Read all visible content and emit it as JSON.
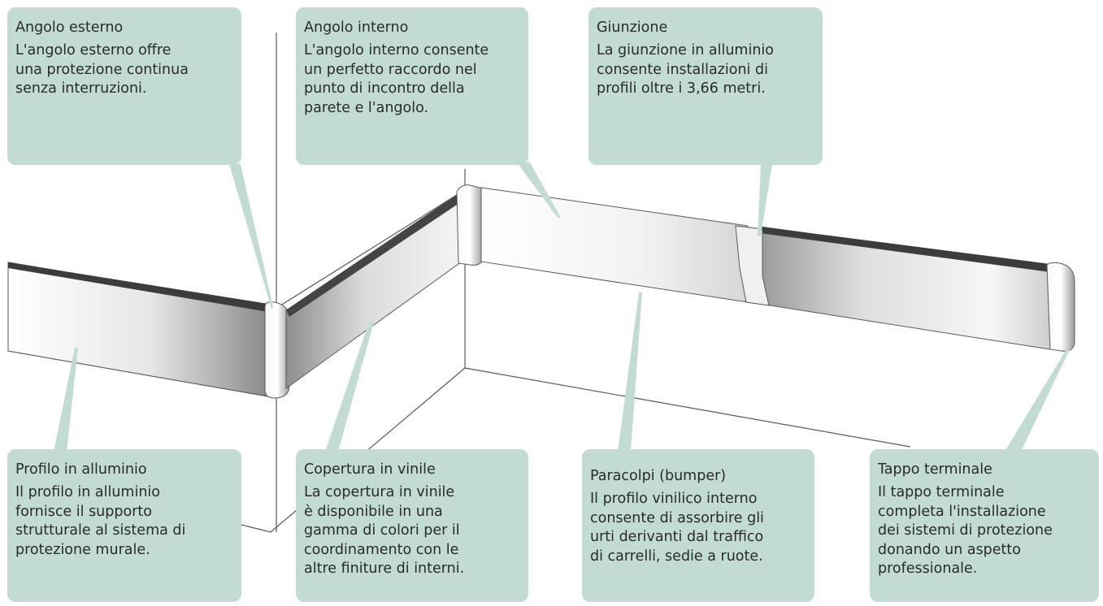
{
  "colors": {
    "callout_bg": "#c2dcd2",
    "text": "#2a2a2a",
    "line": "#5a5a5a"
  },
  "callouts": {
    "angolo_esterno": {
      "title": "Angolo esterno",
      "text": "L'angolo esterno offre\nuna protezione continua\nsenza interruzioni."
    },
    "angolo_interno": {
      "title": "Angolo interno",
      "text": "L'angolo interno consente\nun perfetto raccordo nel\npunto di incontro della\nparete e l'angolo."
    },
    "giunzione": {
      "title": "Giunzione",
      "text": "La giunzione in alluminio\nconsente installazioni di\nprofili oltre i 3,66 metri."
    },
    "profilo_alluminio": {
      "title": "Profilo in alluminio",
      "text": "Il profilo in alluminio\nfornisce il supporto\nstrutturale al sistema di\nprotezione murale."
    },
    "copertura_vinile": {
      "title": "Copertura in vinile",
      "text": "La copertura in vinile\nè disponibile in una\ngamma di colori per il\ncoordinamento con le\naltre finiture di interni."
    },
    "paracolpi": {
      "title": "Paracolpi (bumper)",
      "text": "Il profilo vinilico interno\nconsente di assorbire gli\nurti derivanti dal traffico\ndi carrelli, sedie a ruote."
    },
    "tappo_terminale": {
      "title": "Tappo terminale",
      "text": "Il tappo terminale\ncompleta l'installazione\ndei sistemi di protezione\ndonando un aspetto\nprofessionale."
    }
  }
}
